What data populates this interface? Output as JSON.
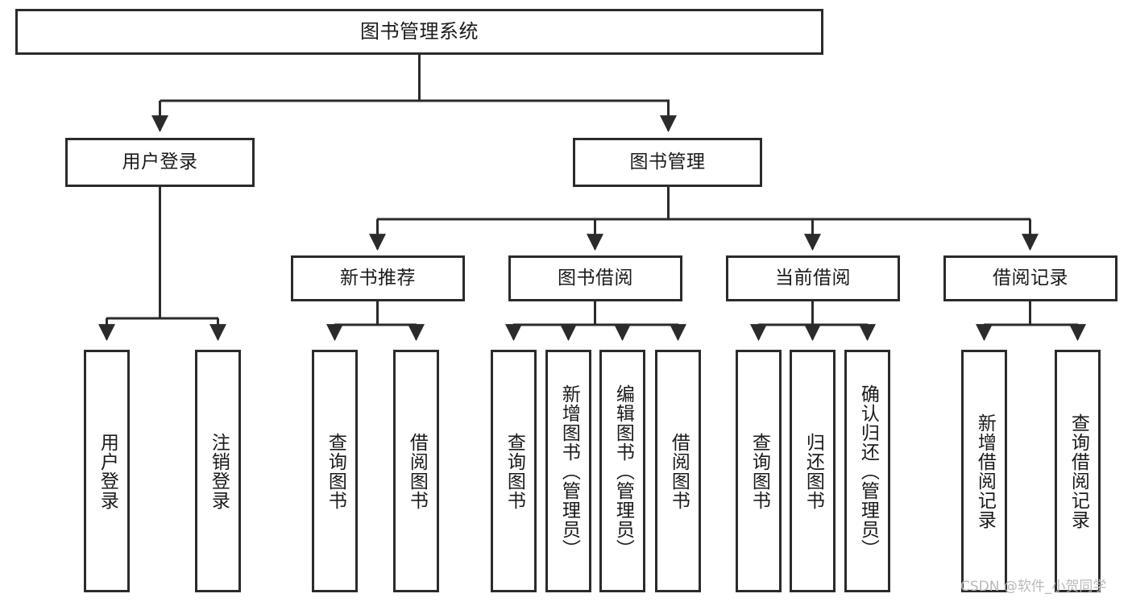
{
  "diagram": {
    "type": "tree",
    "title": "图书管理系统",
    "watermark": "CSDN @软件_小贺同学",
    "colors": {
      "box_border": "#2b2b2b",
      "box_fill": "#ffffff",
      "edge": "#2b2b2b",
      "text": "#1a1a1a",
      "watermark": "#b9b9b9",
      "background": "#ffffff"
    },
    "levels": {
      "root": {
        "label": "图书管理系统"
      },
      "level2": [
        {
          "label": "用户登录"
        },
        {
          "label": "图书管理"
        }
      ],
      "level3": [
        {
          "label": "新书推荐"
        },
        {
          "label": "图书借阅"
        },
        {
          "label": "当前借阅"
        },
        {
          "label": "借阅记录"
        }
      ],
      "leaves": {
        "user_login": [
          {
            "label": "用户登录"
          },
          {
            "label": "注销登录"
          }
        ],
        "new_book_recommend": [
          {
            "label": "查询图书"
          },
          {
            "label": "借阅图书"
          }
        ],
        "book_borrow": [
          {
            "label": "查询图书"
          },
          {
            "label": "新增图书（管理员）"
          },
          {
            "label": "编辑图书（管理员）"
          },
          {
            "label": "借阅图书"
          }
        ],
        "current_borrow": [
          {
            "label": "查询图书"
          },
          {
            "label": "归还图书"
          },
          {
            "label": "确认归还（管理员）"
          }
        ],
        "borrow_record": [
          {
            "label": "新增借阅记录"
          },
          {
            "label": "查询借阅记录"
          }
        ]
      }
    }
  }
}
